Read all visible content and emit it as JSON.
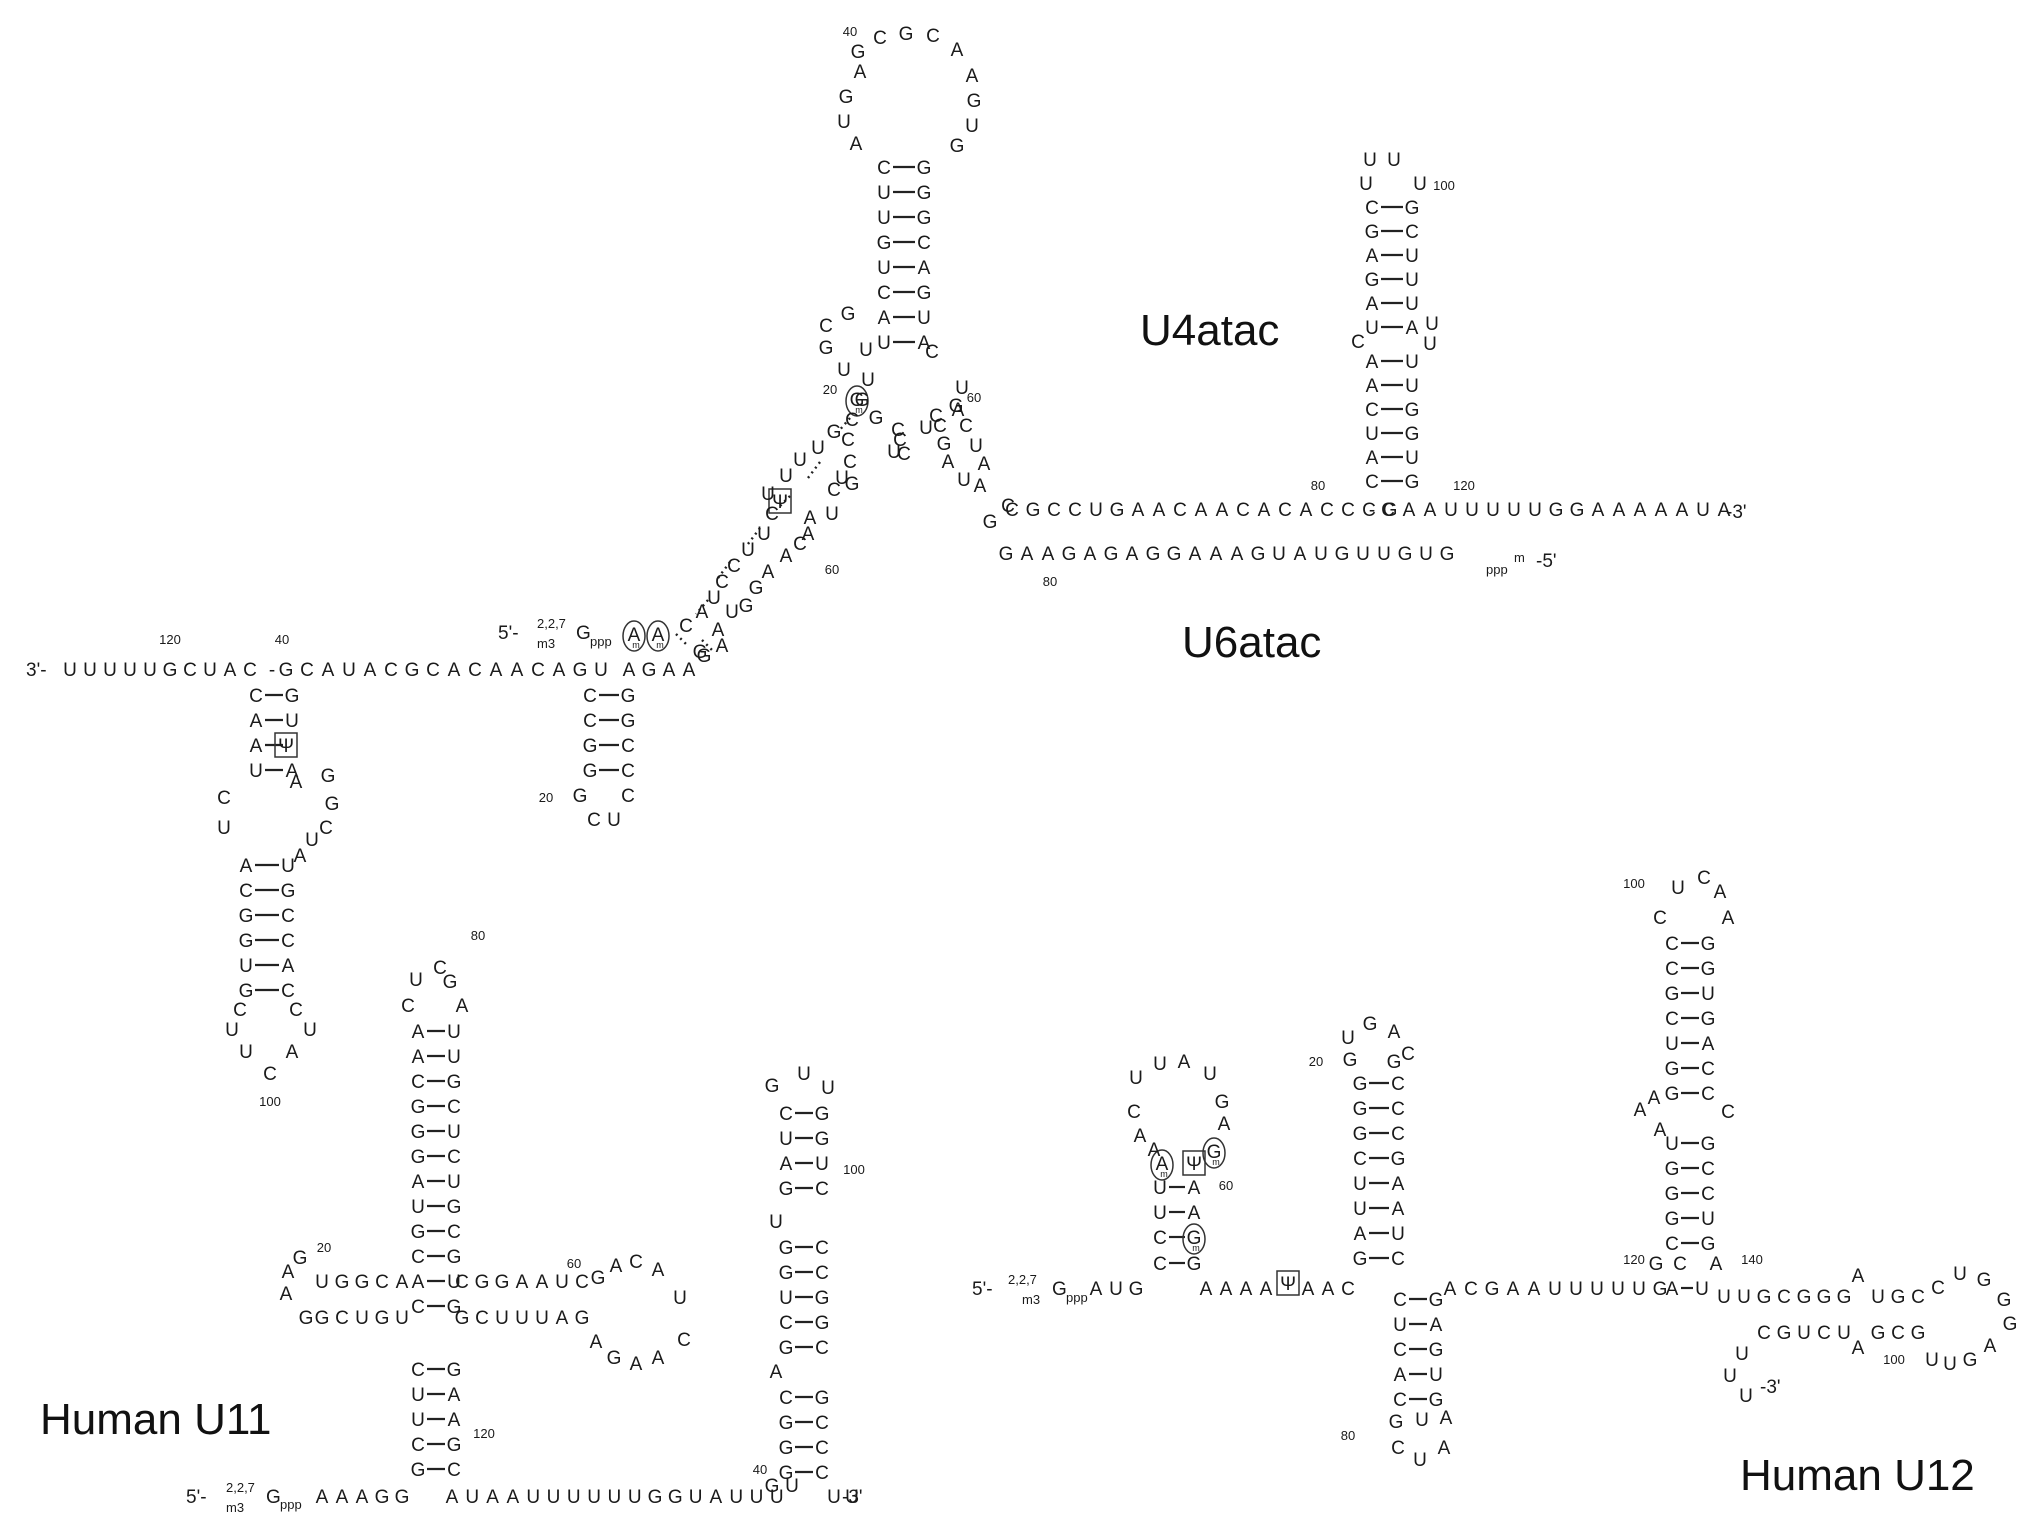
{
  "labels": {
    "u4atac": "U4atac",
    "u6atac": "U6atac",
    "u11": "Human U11",
    "u12": "Human U12"
  },
  "ends": {
    "u6_5": "5'-",
    "u6_3": "-3'",
    "u4_5": "-5'",
    "u4_3": "3'-",
    "u11_5": "5'-",
    "u11_3": "-3'",
    "u12_5": "5'-",
    "u12_3": "-3'",
    "cap": "G",
    "cap_sup": "2,2,7",
    "cap_sub": "m3",
    "cap_ppp": "ppp",
    "u4_ppp": "ppp",
    "u4_m": "m"
  },
  "sequences": {
    "u6_tail": "CGCCUGAACAACACACCCG",
    "u6_3tail": "CAAUUUUUGGAAAAAUA",
    "u4_tail": "GAAGAGAGGAAAGUAUGUUGUG",
    "u4_3tail": "UUUUUGCUAC",
    "u4_mid": "GCAUACGCACAACAGU",
    "u11_tail": "AUAAUUUUUUGGUAUUU",
    "u11_5tail": "AAAGG",
    "u12_link1": "AAAA",
    "u12_link2": "AAC",
    "u12_tail": "ACGAAUUUUUG",
    "u12_lead": "AUG"
  },
  "numbers": [
    "40",
    "60",
    "20",
    "80",
    "120",
    "100",
    "60",
    "80",
    "120",
    "40",
    "20",
    "100",
    "20",
    "60",
    "80",
    "120",
    "100",
    "40",
    "20",
    "60",
    "80",
    "120",
    "140",
    "100"
  ],
  "modifications": {
    "pseudouridine": "Ψ",
    "methyl": "m"
  }
}
